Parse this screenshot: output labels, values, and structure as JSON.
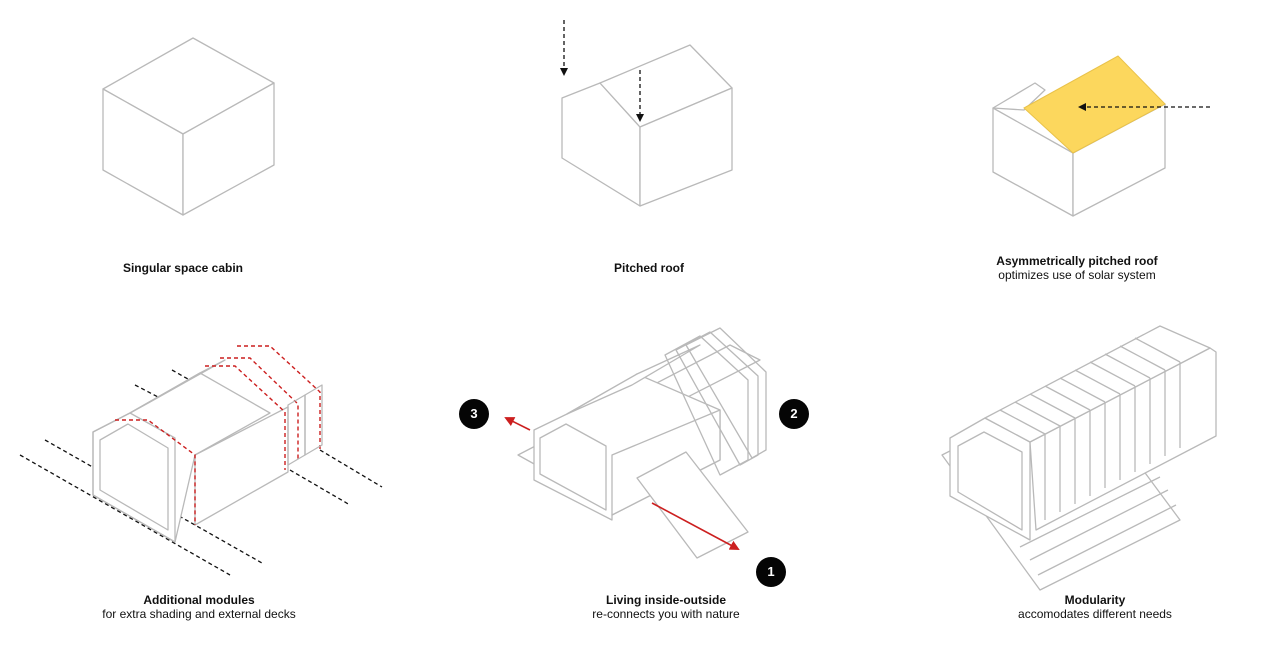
{
  "panels": [
    {
      "title": "Singular space cabin",
      "subtitle": ""
    },
    {
      "title": "Pitched roof",
      "subtitle": ""
    },
    {
      "title": "Asymmetrically pitched roof",
      "subtitle": "optimizes use of solar system"
    },
    {
      "title": "Additional modules",
      "subtitle": "for extra shading and external decks"
    },
    {
      "title": "Living inside-outside",
      "subtitle": "re-connects you with nature"
    },
    {
      "title": "Modularity",
      "subtitle": "accomodates different needs"
    }
  ],
  "badges": [
    "1",
    "2",
    "3"
  ],
  "colors": {
    "solar_panel": "#fcd75d",
    "accent_red": "#cc1f1f",
    "outline": "#b9b9b9"
  }
}
